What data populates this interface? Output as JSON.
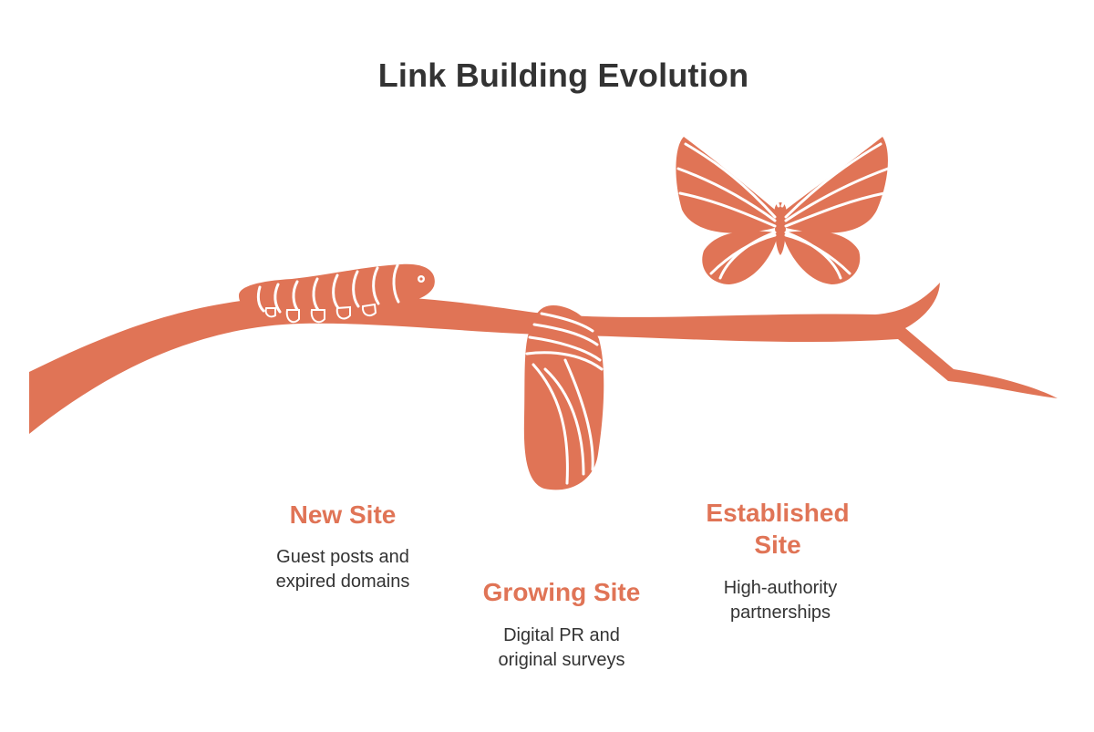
{
  "title": "Link Building Evolution",
  "colors": {
    "accent": "#E07456",
    "text": "#333333",
    "background": "#ffffff",
    "line": "#ffffff"
  },
  "stages": [
    {
      "heading": "New Site",
      "description_line1": "Guest posts and",
      "description_line2": "expired domains",
      "icon": "caterpillar-icon"
    },
    {
      "heading": "Growing Site",
      "description_line1": "Digital PR and",
      "description_line2": "original surveys",
      "icon": "chrysalis-icon"
    },
    {
      "heading_line1": "Established",
      "heading_line2": "Site",
      "description_line1": "High-authority",
      "description_line2": "partnerships",
      "icon": "butterfly-icon"
    }
  ],
  "decor": {
    "branch": "branch-icon"
  }
}
